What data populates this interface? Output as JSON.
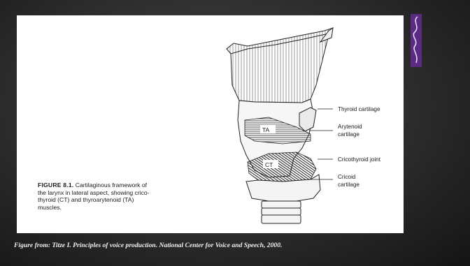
{
  "figure": {
    "caption_heading": "FIGURE 8.1.",
    "caption_lines": [
      "Cartilaginous framework of",
      "the larynx in lateral aspect, showing crico-",
      "thyroid (CT) and thyroarytenoid (TA)",
      "muscles."
    ],
    "labels": {
      "thyroid": "Thyroid cartilage",
      "arytenoid_1": "Arytenoid",
      "arytenoid_2": "cartilage",
      "cricothyroid_joint": "Cricothyroid joint",
      "cricoid_1": "Cricoid",
      "cricoid_2": "cartilage",
      "ta": "TA",
      "ct": "CT"
    }
  },
  "citation": "Figure from: Titze I. Principles of voice production. National Center for Voice and Speech, 2000.",
  "colors": {
    "accent": "#5a2a84",
    "panel": "#ffffff",
    "background": "#2c2c2c"
  }
}
